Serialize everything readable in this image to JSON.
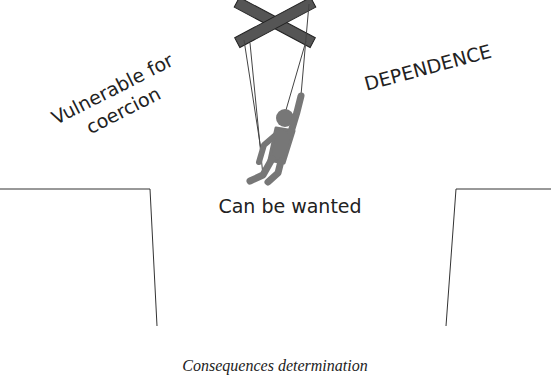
{
  "diagram": {
    "caption": "Consequences determination",
    "labels": [
      "Vulnerable for coercion",
      "DEPENDENCE",
      "Can be wanted"
    ]
  }
}
